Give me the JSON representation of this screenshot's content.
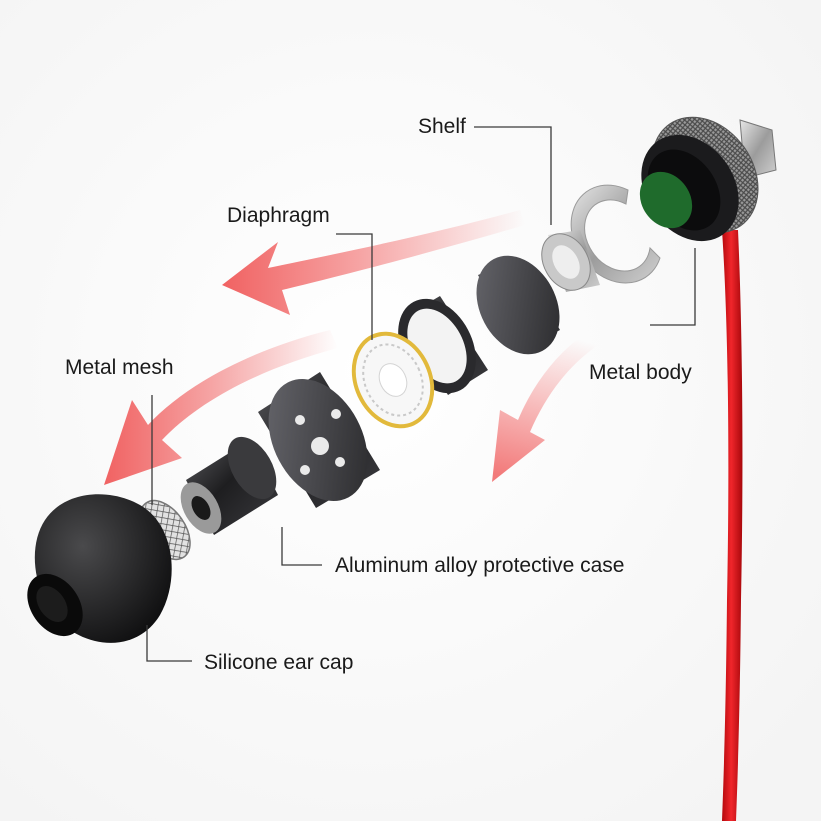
{
  "labels": {
    "shelf": "Shelf",
    "diaphragm": "Diaphragm",
    "metal_mesh": "Metal mesh",
    "metal_body": "Metal body",
    "aluminum_case": "Aluminum alloy protective case",
    "silicone_cap": "Silicone ear cap"
  },
  "colors": {
    "arrow_red": "#f05a5a",
    "cable_red": "#e0171c",
    "diaphragm_gold": "#e2b93b",
    "pcb_green": "#1f6b2c",
    "metal_dark": "#2b2b2e",
    "leader_line": "#3a3a3a"
  },
  "icons": [
    "arrow-icon",
    "cable-icon"
  ]
}
